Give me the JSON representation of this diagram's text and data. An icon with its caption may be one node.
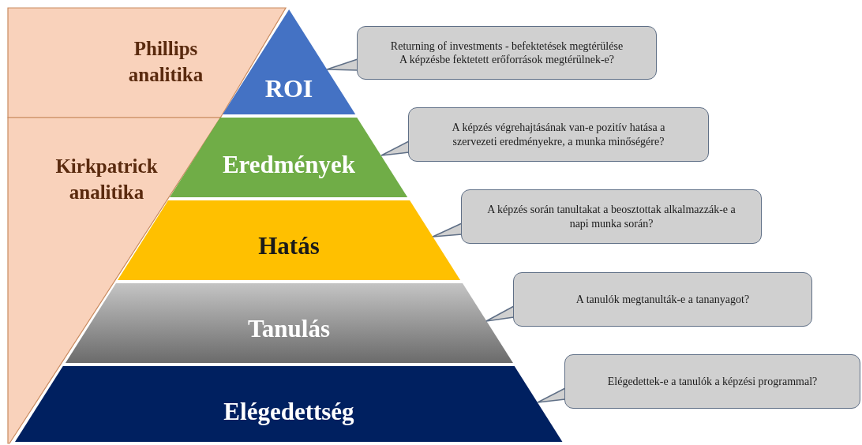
{
  "diagram": {
    "nodes": [
      {
        "text": [
          "Phillips analitika"
        ]
      },
      {
        "text": [
          "Kirkpatrick analitika"
        ]
      },
      {
        "text": [
          "ROI"
        ]
      },
      {
        "text": [
          "Eredmények"
        ]
      },
      {
        "text": [
          "Hatás"
        ]
      },
      {
        "text": [
          "Tanulás"
        ]
      },
      {
        "text": [
          "Elégedettség"
        ]
      },
      {
        "text": [
          "Returning of investments - befektetések megtérülése",
          "A képzésbe fektetett erőforrások megtérülnek-e?"
        ]
      },
      {
        "text": [
          "A képzés végrehajtásának van-e pozitív hatása a szervezeti eredményekre, a munka minőségére?"
        ]
      },
      {
        "text": [
          "A képzés során tanultakat a beosztottak alkalmazzák-e a napi munka során?"
        ]
      },
      {
        "text": [
          "A tanulók megtanulták-e a tananyagot?"
        ]
      },
      {
        "text": [
          "Elégedettek-e a tanulók a képzési programmal?"
        ]
      }
    ],
    "edges": [
      {
        "from": 7,
        "to": 2,
        "arrow": "none"
      },
      {
        "from": 8,
        "to": 3,
        "arrow": "none"
      },
      {
        "from": 9,
        "to": 4,
        "arrow": "none"
      },
      {
        "from": 10,
        "to": 5,
        "arrow": "none"
      },
      {
        "from": 11,
        "to": 6,
        "arrow": "none"
      }
    ]
  }
}
